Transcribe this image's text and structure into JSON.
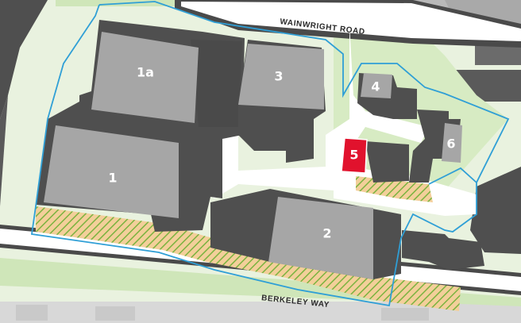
{
  "roads": {
    "north": "WAINWRIGHT ROAD",
    "south": "BERKELEY WAY"
  },
  "units": [
    {
      "id": "unit-1a",
      "label": "1a",
      "highlighted": false
    },
    {
      "id": "unit-1",
      "label": "1",
      "highlighted": false
    },
    {
      "id": "unit-2",
      "label": "2",
      "highlighted": false
    },
    {
      "id": "unit-3",
      "label": "3",
      "highlighted": false
    },
    {
      "id": "unit-4",
      "label": "4",
      "highlighted": false
    },
    {
      "id": "unit-5",
      "label": "5",
      "highlighted": true
    },
    {
      "id": "unit-6",
      "label": "6",
      "highlighted": false
    }
  ],
  "colors": {
    "background": "#e9f2df",
    "grass": "#cfe6b9",
    "building_dark": "#4f4f4f",
    "building_light": "#a6a6a6",
    "highlight": "#e1122d",
    "road": "#ffffff",
    "road_edge": "#4a4a4a",
    "boundary": "#2f9fd6",
    "landscape": "#7bb33f",
    "landscape_fill": "#f3cf9a"
  }
}
